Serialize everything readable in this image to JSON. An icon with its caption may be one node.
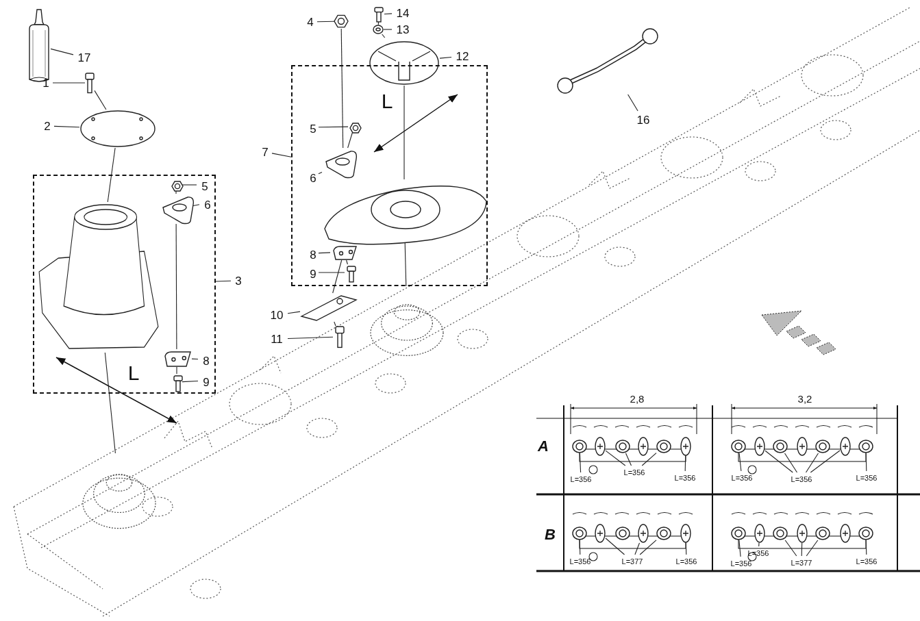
{
  "diagram": {
    "nodes": [
      {
        "text": [
          "17"
        ]
      },
      {
        "text": [],
        "shape": "picture"
      },
      {
        "text": [
          "1"
        ]
      },
      {
        "text": [],
        "shape": "picture"
      },
      {
        "text": [
          "2"
        ]
      },
      {
        "text": [],
        "shape": "picture"
      },
      {
        "text": [
          "3"
        ]
      },
      {
        "text": [],
        "shape": "box"
      },
      {
        "text": [],
        "shape": "picture",
        "in": 7
      },
      {
        "text": [
          "5"
        ],
        "in": 7
      },
      {
        "text": [],
        "shape": "picture",
        "in": 7
      },
      {
        "text": [
          "6"
        ],
        "in": 7
      },
      {
        "text": [],
        "shape": "picture",
        "in": 7
      },
      {
        "text": [
          "8"
        ],
        "in": 7
      },
      {
        "text": [],
        "shape": "picture",
        "in": 7
      },
      {
        "text": [
          "9"
        ],
        "in": 7
      },
      {
        "text": [],
        "shape": "picture",
        "in": 7
      },
      {
        "text": [
          "4"
        ]
      },
      {
        "text": [],
        "shape": "picture"
      },
      {
        "text": [
          "14"
        ]
      },
      {
        "text": [],
        "shape": "picture"
      },
      {
        "text": [
          "13"
        ]
      },
      {
        "text": [],
        "shape": "picture"
      },
      {
        "text": [
          "12"
        ]
      },
      {
        "text": [],
        "shape": "picture"
      },
      {
        "text": [
          "7"
        ]
      },
      {
        "text": [],
        "shape": "box"
      },
      {
        "text": [
          "5"
        ],
        "in": 26
      },
      {
        "text": [],
        "shape": "picture",
        "in": 26
      },
      {
        "text": [
          "6"
        ],
        "in": 26
      },
      {
        "text": [],
        "shape": "picture",
        "in": 26
      },
      {
        "text": [],
        "shape": "picture",
        "in": 26
      },
      {
        "text": [
          "8"
        ],
        "in": 26
      },
      {
        "text": [],
        "shape": "picture",
        "in": 26
      },
      {
        "text": [
          "9"
        ],
        "in": 26
      },
      {
        "text": [],
        "shape": "picture",
        "in": 26
      },
      {
        "text": [
          "10"
        ]
      },
      {
        "text": [],
        "shape": "picture"
      },
      {
        "text": [
          "11"
        ]
      },
      {
        "text": [],
        "shape": "picture"
      },
      {
        "text": [
          "16"
        ]
      },
      {
        "text": [],
        "shape": "picture"
      },
      {
        "text": [],
        "shape": "picture"
      },
      {
        "text": [],
        "shape": "picture"
      },
      {
        "text": [
          "L=356"
        ]
      },
      {
        "text": [
          "L=356"
        ]
      },
      {
        "text": [
          "L=356"
        ]
      },
      {
        "text": [
          "L=356"
        ]
      },
      {
        "text": [
          "L=356"
        ]
      },
      {
        "text": [
          "L=356"
        ]
      },
      {
        "text": [
          "L=356"
        ]
      },
      {
        "text": [
          "L=377"
        ]
      },
      {
        "text": [
          "L=356"
        ]
      },
      {
        "text": [
          "L=356"
        ]
      },
      {
        "text": [
          "L=356"
        ]
      },
      {
        "text": [
          "L=377"
        ]
      },
      {
        "text": [
          "L=356"
        ]
      },
      {
        "text": [],
        "shape": "picture"
      },
      {
        "text": [],
        "shape": "picture"
      },
      {
        "text": [],
        "shape": "picture"
      },
      {
        "text": [],
        "shape": "picture"
      },
      {
        "text": [],
        "shape": "picture"
      },
      {
        "text": [],
        "shape": "picture"
      },
      {
        "text": [],
        "shape": "picture"
      },
      {
        "text": [],
        "shape": "picture"
      },
      {
        "text": [],
        "shape": "picture"
      },
      {
        "text": [],
        "shape": "picture"
      },
      {
        "text": [],
        "shape": "picture"
      },
      {
        "text": [],
        "shape": "picture"
      },
      {
        "text": [],
        "shape": "picture"
      },
      {
        "text": [],
        "shape": "picture"
      },
      {
        "text": [],
        "shape": "picture"
      },
      {
        "text": [],
        "shape": "picture"
      },
      {
        "text": [],
        "shape": "picture"
      },
      {
        "text": [],
        "shape": "picture"
      },
      {
        "text": [],
        "shape": "picture"
      },
      {
        "text": [],
        "shape": "picture"
      },
      {
        "text": [],
        "shape": "picture"
      },
      {
        "text": [],
        "shape": "picture"
      },
      {
        "text": [],
        "shape": "picture"
      },
      {
        "text": [],
        "shape": "picture"
      },
      {
        "text": [],
        "shape": "picture"
      },
      {
        "text": [],
        "shape": "picture"
      }
    ],
    "edges": [
      {
        "from": 0,
        "to": 1,
        "arrow": "none"
      },
      {
        "from": 2,
        "to": 3,
        "arrow": "none"
      },
      {
        "from": 4,
        "to": 5,
        "arrow": "none"
      },
      {
        "from": 6,
        "to": 7,
        "arrow": "none"
      },
      {
        "from": 9,
        "to": 10,
        "arrow": "none"
      },
      {
        "from": 11,
        "to": 12,
        "arrow": "none"
      },
      {
        "from": 13,
        "to": 14,
        "arrow": "none"
      },
      {
        "from": 15,
        "to": 16,
        "arrow": "none"
      },
      {
        "from": 17,
        "to": 18,
        "arrow": "none"
      },
      {
        "from": 19,
        "to": 20,
        "arrow": "none"
      },
      {
        "from": 21,
        "to": 22,
        "arrow": "none"
      },
      {
        "from": 23,
        "to": 24,
        "arrow": "none"
      },
      {
        "from": 25,
        "to": 26,
        "arrow": "none"
      },
      {
        "from": 27,
        "to": 28,
        "arrow": "none"
      },
      {
        "from": 29,
        "to": 30,
        "arrow": "none"
      },
      {
        "from": 32,
        "to": 33,
        "arrow": "none"
      },
      {
        "from": 34,
        "to": 35,
        "arrow": "none"
      },
      {
        "from": 36,
        "to": 37,
        "arrow": "none"
      },
      {
        "from": 38,
        "to": 39,
        "arrow": "none"
      },
      {
        "from": 40,
        "to": 41,
        "arrow": "none"
      },
      {
        "from": 3,
        "to": 5,
        "arrow": "none"
      },
      {
        "from": 5,
        "to": 8,
        "arrow": "none"
      },
      {
        "from": 10,
        "to": 12,
        "arrow": "none"
      },
      {
        "from": 12,
        "to": 14,
        "arrow": "none"
      },
      {
        "from": 14,
        "to": 16,
        "arrow": "none"
      },
      {
        "from": 8,
        "to": 43,
        "arrow": "none"
      },
      {
        "from": 18,
        "to": 30,
        "arrow": "none"
      },
      {
        "from": 28,
        "to": 30,
        "arrow": "none"
      },
      {
        "from": 33,
        "to": 35,
        "arrow": "none"
      },
      {
        "from": 33,
        "to": 37,
        "arrow": "none"
      },
      {
        "from": 37,
        "to": 39,
        "arrow": "none"
      },
      {
        "from": 20,
        "to": 22,
        "arrow": "none"
      },
      {
        "from": 22,
        "to": 24,
        "arrow": "none"
      },
      {
        "from": 24,
        "to": 31,
        "arrow": "none"
      },
      {
        "from": 31,
        "to": 42,
        "arrow": "none"
      },
      {
        "from": 44,
        "to": 57,
        "arrow": "none"
      },
      {
        "from": 45,
        "to": 58,
        "arrow": "none"
      },
      {
        "from": 45,
        "to": 59,
        "arrow": "none"
      },
      {
        "from": 45,
        "to": 61,
        "arrow": "none"
      },
      {
        "from": 46,
        "to": 62,
        "arrow": "none"
      },
      {
        "from": 47,
        "to": 63,
        "arrow": "none"
      },
      {
        "from": 48,
        "to": 64,
        "arrow": "none"
      },
      {
        "from": 48,
        "to": 65,
        "arrow": "none"
      },
      {
        "from": 48,
        "to": 67,
        "arrow": "none"
      },
      {
        "from": 48,
        "to": 68,
        "arrow": "none"
      },
      {
        "from": 49,
        "to": 69,
        "arrow": "none"
      },
      {
        "from": 50,
        "to": 70,
        "arrow": "none"
      },
      {
        "from": 51,
        "to": 71,
        "arrow": "none"
      },
      {
        "from": 51,
        "to": 73,
        "arrow": "none"
      },
      {
        "from": 51,
        "to": 74,
        "arrow": "none"
      },
      {
        "from": 52,
        "to": 75,
        "arrow": "none"
      },
      {
        "from": 53,
        "to": 77,
        "arrow": "none"
      },
      {
        "from": 54,
        "to": 76,
        "arrow": "none"
      },
      {
        "from": 55,
        "to": 78,
        "arrow": "none"
      },
      {
        "from": 55,
        "to": 79,
        "arrow": "none"
      },
      {
        "from": 55,
        "to": 80,
        "arrow": "none"
      },
      {
        "from": 56,
        "to": 82,
        "arrow": "none"
      }
    ],
    "labels": [
      "L",
      "L",
      "2,8",
      "3,2",
      "A",
      "B"
    ]
  }
}
